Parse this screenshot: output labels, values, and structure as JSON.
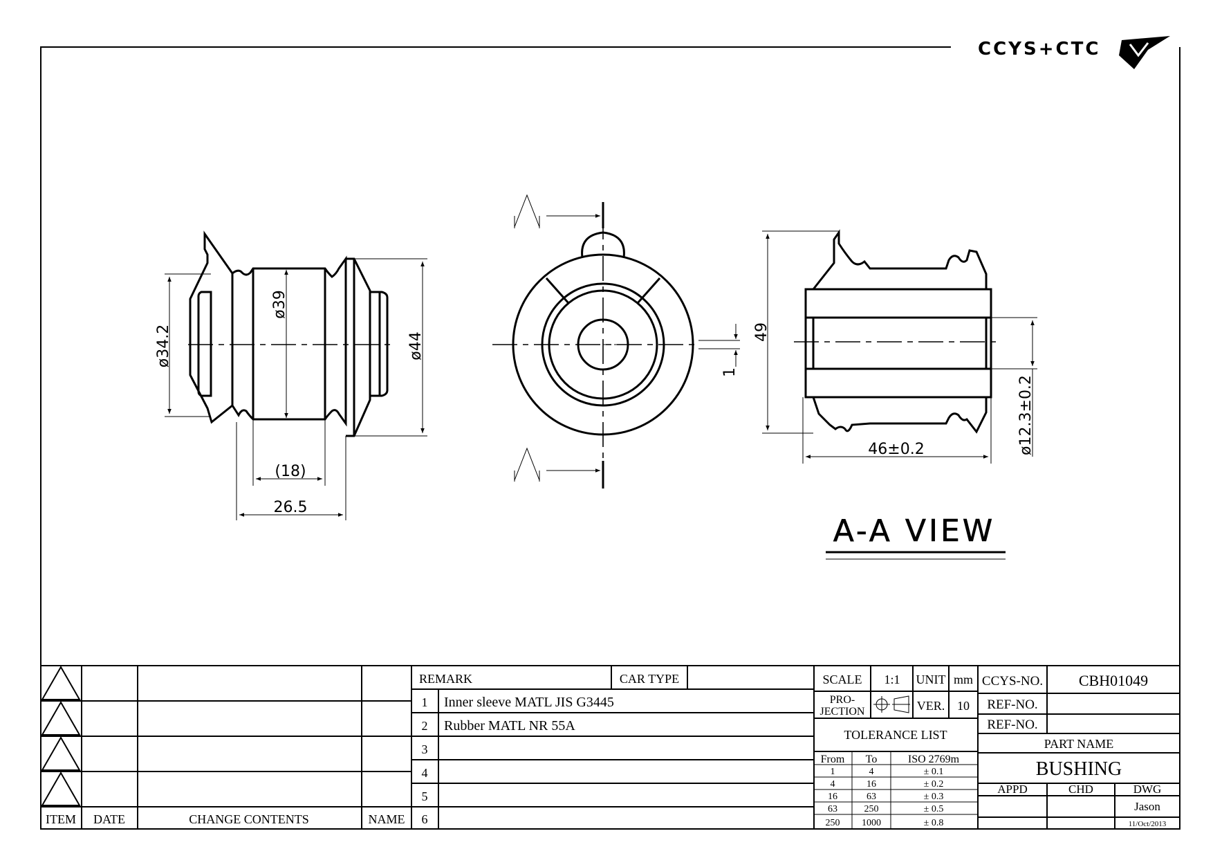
{
  "logo": {
    "text": "CCYS+CTC"
  },
  "views": {
    "front": {
      "dim_d342": "ø34.2",
      "dim_d39": "ø39",
      "dim_d44": "ø44",
      "dim_18": "(18)",
      "dim_265": "26.5"
    },
    "side": {
      "section_mark": "A",
      "dim_1": "1"
    },
    "section": {
      "dim_49": "49",
      "dim_46": "46±0.2",
      "dim_d123": "ø12.3±0.2",
      "title": "A-A  VIEW"
    }
  },
  "revision_table": {
    "headers": {
      "item": "ITEM",
      "date": "DATE",
      "change_contents": "CHANGE CONTENTS",
      "name": "NAME"
    }
  },
  "remarks": {
    "header": "REMARK",
    "car_type_label": "CAR TYPE",
    "car_type_value": "",
    "rows": [
      {
        "no": "1",
        "text": "Inner sleeve MATL JIS G3445"
      },
      {
        "no": "2",
        "text": "Rubber MATL NR 55A"
      },
      {
        "no": "3",
        "text": ""
      },
      {
        "no": "4",
        "text": ""
      },
      {
        "no": "5",
        "text": ""
      },
      {
        "no": "6",
        "text": ""
      }
    ]
  },
  "title_block": {
    "scale_label": "SCALE",
    "scale_value": "1:1",
    "unit_label": "UNIT",
    "unit_value": "mm",
    "projection_label_1": "PRO-",
    "projection_label_2": "JECTION",
    "ver_label": "VER.",
    "ver_value": "10",
    "ccys_no_label": "CCYS-NO.",
    "ccys_no_value": "CBH01049",
    "ref_no_label_1": "REF-NO.",
    "ref_no_label_2": "REF-NO.",
    "ref_no_value_1": "",
    "ref_no_value_2": "",
    "part_name_label": "PART NAME",
    "part_name_value": "BUSHING",
    "appd_label": "APPD",
    "chd_label": "CHD",
    "dwg_label": "DWG",
    "dwg_name": "Jason",
    "dwg_date": "11/Oct/2013"
  },
  "tolerance": {
    "title": "TOLERANCE LIST",
    "headers": [
      "From",
      "To",
      "ISO 2769m"
    ],
    "rows": [
      [
        "1",
        "4",
        "± 0.1"
      ],
      [
        "4",
        "16",
        "± 0.2"
      ],
      [
        "16",
        "63",
        "± 0.3"
      ],
      [
        "63",
        "250",
        "± 0.5"
      ],
      [
        "250",
        "1000",
        "± 0.8"
      ]
    ]
  }
}
